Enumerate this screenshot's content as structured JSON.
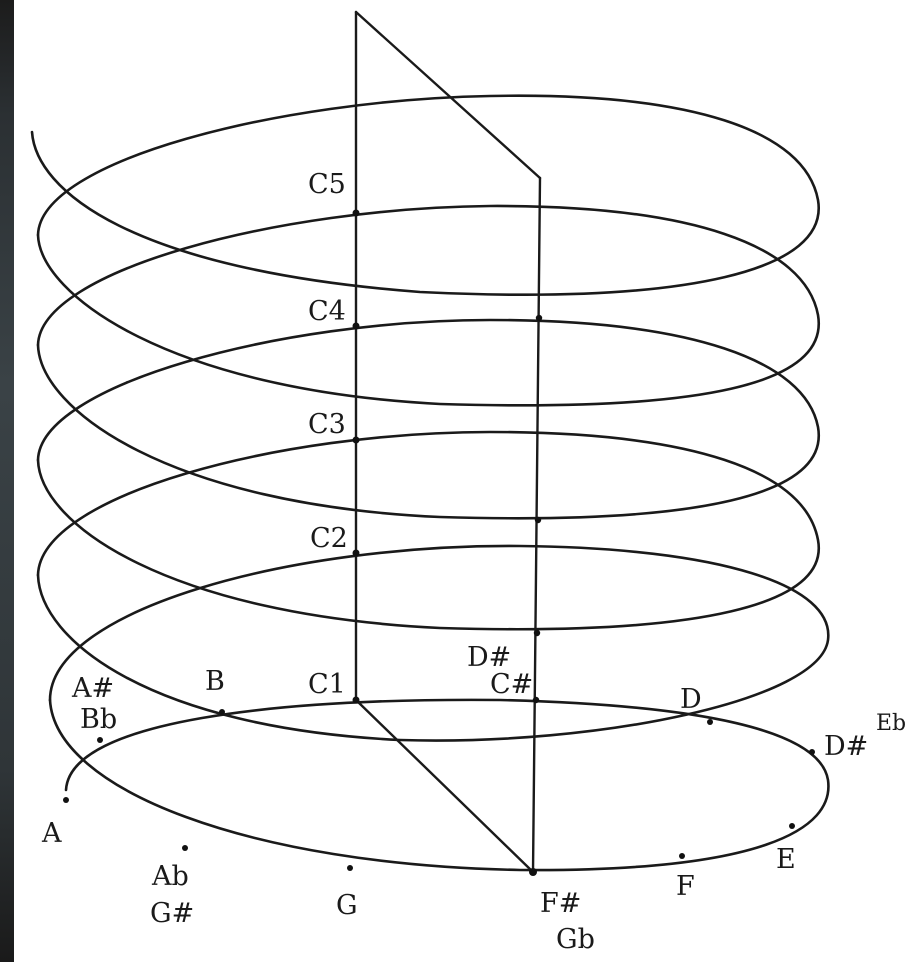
{
  "labels": {
    "octaves": [
      "C5",
      "C4",
      "C3",
      "C2",
      "C1"
    ],
    "pitch_classes": {
      "a_sharp": "A#",
      "b_flat": "Bb",
      "b": "B",
      "d_sharp_top": "D#",
      "c_sharp": "C#",
      "d": "D",
      "d_sharp": "D#",
      "e_flat": "Eb",
      "a": "A",
      "a_flat": "Ab",
      "g_sharp": "G#",
      "g": "G",
      "f_sharp": "F#",
      "g_flat": "Gb",
      "f": "F",
      "e": "E"
    }
  },
  "colors": {
    "ink": "#1a1a1a",
    "background": "#ffffff",
    "left_strip": "#2b3033"
  }
}
